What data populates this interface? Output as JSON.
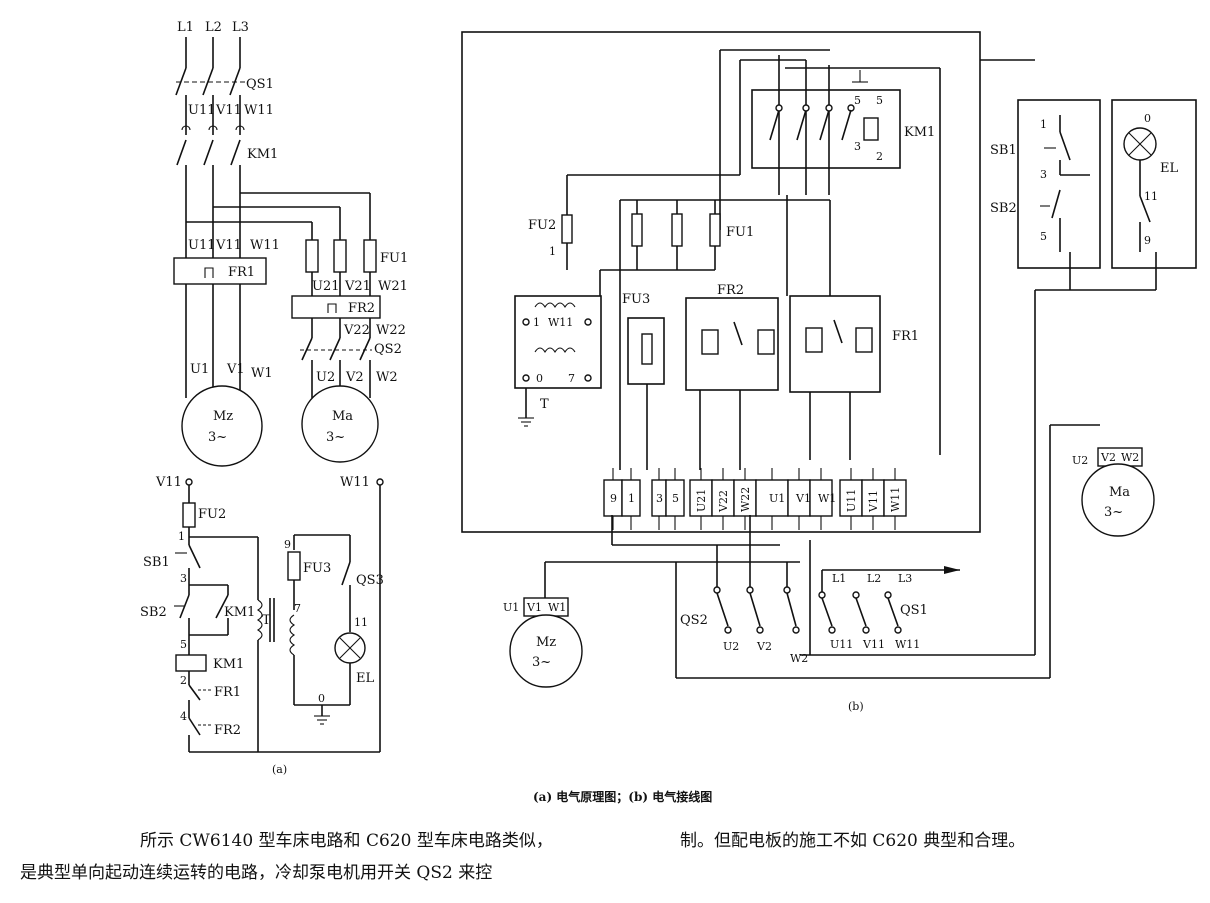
{
  "diagram_a": {
    "supply": [
      "L1",
      "L2",
      "L3"
    ],
    "main_switch": "QS1",
    "phase_after_switch": [
      "U11",
      "V11",
      "W11"
    ],
    "contactor": "KM1",
    "fuses_main": "FU1",
    "overload_main": "FR1",
    "overload_pump": "FR2",
    "phase_pump_in": [
      "U21",
      "V21",
      "W21"
    ],
    "phase_pump_out": [
      "V22",
      "W22"
    ],
    "pump_switch": "QS2",
    "main_motor_phases": [
      "U1",
      "V1",
      "W1"
    ],
    "pump_motor_phases": [
      "U2",
      "V2",
      "W2"
    ],
    "main_motor": {
      "name": "Mz",
      "type": "3~"
    },
    "pump_motor": {
      "name": "Ma",
      "type": "3~"
    },
    "control_left": "V11",
    "control_right": "W11",
    "control_fuse": "FU2",
    "start_button": "SB1",
    "stop_button": "SB2",
    "coil_label": "KM1",
    "aux_contact": "KM1",
    "fr1_contact": "FR1",
    "fr2_contact": "FR2",
    "transformer": "T",
    "lamp_fuse": "FU3",
    "lamp_switch": "QS3",
    "lamp": "EL",
    "nodes": [
      "1",
      "3",
      "5",
      "2",
      "4",
      "9",
      "7",
      "11",
      "0"
    ],
    "label": "(a)"
  },
  "diagram_b": {
    "contactor": "KM1",
    "contactor_pins": [
      "5",
      "5",
      "3",
      "2"
    ],
    "fuse2": "FU2",
    "fuse2_pin": "1",
    "fuses": "FU1",
    "fuse3": "FU3",
    "overload2": "FR2",
    "overload1": "FR1",
    "transformer": "T",
    "transformer_pins": [
      "1",
      "W11",
      "0",
      "7"
    ],
    "terminals": [
      "9",
      "1",
      "3",
      "5",
      "U21",
      "V22",
      "W22",
      "U1",
      "V1",
      "W1",
      "U11",
      "V11",
      "W11"
    ],
    "buttons": [
      "SB1",
      "SB2"
    ],
    "button_pins": [
      "1",
      "3",
      "5"
    ],
    "lamp": "EL",
    "lamp_pins": [
      "0",
      "11",
      "9"
    ],
    "pump_motor_top": [
      "U2",
      "V2",
      "W2"
    ],
    "pump_motor": {
      "name": "Ma",
      "type": "3~"
    },
    "main_motor_top": [
      "U1",
      "V1",
      "W1"
    ],
    "main_motor": {
      "name": "Mz",
      "type": "3~"
    },
    "qs2": "QS2",
    "qs2_out": [
      "U2",
      "V2",
      "W2"
    ],
    "supply": [
      "L1",
      "L2",
      "L3"
    ],
    "qs1": "QS1",
    "qs1_out": [
      "U11",
      "V11",
      "W11"
    ],
    "label": "(b)"
  },
  "caption": "(a) 电气原理图；(b) 电气接线图",
  "paragraph": {
    "line1_left": "所示 CW6140 型车床电路和 C620 型车床电路类似，",
    "line2_left": "是典型单向起动连续运转的电路，冷却泵电机用开关 QS2 来控",
    "line1_right": "制。但配电板的施工不如 C620 典型和合理。"
  }
}
